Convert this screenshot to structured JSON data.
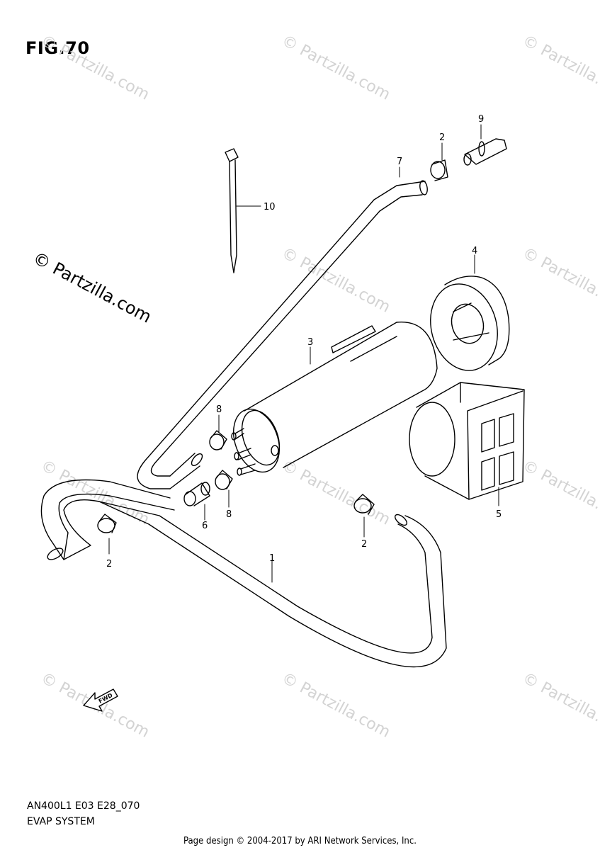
{
  "figure": {
    "title": "FIG.70",
    "code": "AN400L1 E03 E28_070",
    "name": "EVAP SYSTEM"
  },
  "watermark": {
    "text": "© Partzilla.com",
    "small_text": "© Partzilla.com"
  },
  "credit": "Page design © 2004-2017 by ARI Network Services, Inc.",
  "fwd_label": "FWD",
  "callouts": [
    "1",
    "2",
    "3",
    "4",
    "5",
    "6",
    "7",
    "8",
    "9",
    "10"
  ]
}
